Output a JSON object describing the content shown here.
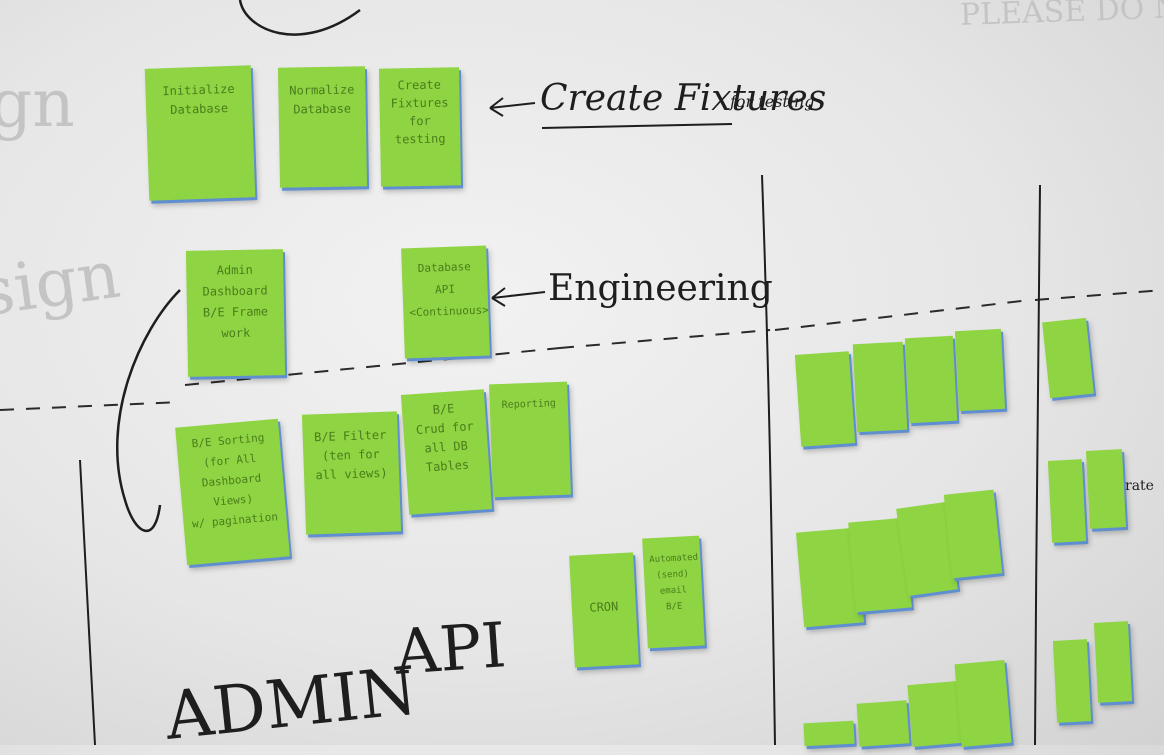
{
  "background_text": {
    "top_right": "PLEASE DO NOT ERA",
    "left_top": "gn",
    "left_mid": "sign"
  },
  "labels": {
    "fixtures": "Create Fixtures",
    "fixtures_suffix": "for testing",
    "engineering": "Engineering",
    "admin": "ADMIN",
    "api": "API",
    "right_partial": "rate"
  },
  "notes": {
    "initialize": "Initialize\nDatabase",
    "normalize": "Normalize\nDatabase",
    "fixtures": "Create\nFixtures\nfor\ntesting",
    "admin_dashboard": "Admin\nDashboard\nB/E Frame\nwork",
    "database_api": "Database\nAPI\n<Continuous>",
    "be_sorting": "B/E Sorting\n(for All\nDashboard\nViews)\nw/ pagination",
    "be_filter": "B/E Filter\n(ten for\nall views)",
    "be_crud": "B/E\nCrud for\nall DB\nTables",
    "reporting": "Reporting",
    "cron": "CRON",
    "automated_email": "Automated\n(send)\nemail\nB/E"
  },
  "colors": {
    "note": "#8ed443",
    "note_shadow": "#5f8fd0",
    "ink": "#1e1e1e",
    "board": "#ececec"
  }
}
